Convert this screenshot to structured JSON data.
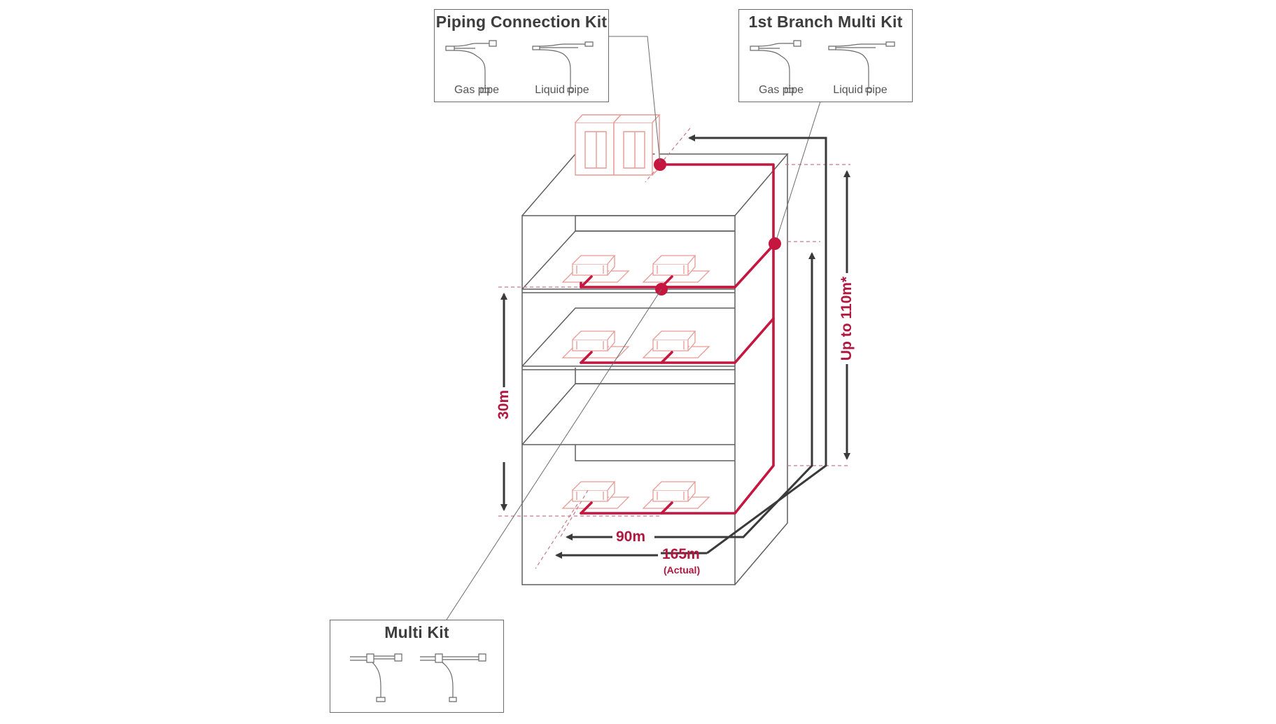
{
  "colors": {
    "accent": "#c4163f",
    "outline": "#5f5f5f",
    "unit_outline": "#e89a94",
    "arrow": "#3a3a3a"
  },
  "kits": {
    "piping_connection": {
      "title": "Piping Connection Kit",
      "gas_label": "Gas pipe",
      "liquid_label": "Liquid pipe"
    },
    "first_branch": {
      "title": "1st Branch Multi Kit",
      "gas_label": "Gas pipe",
      "liquid_label": "Liquid pipe"
    },
    "multi": {
      "title": "Multi Kit"
    }
  },
  "dimensions": {
    "height_indoor": "30m",
    "height_total": "Up to 110m*",
    "length_first": "90m",
    "length_total": "165m",
    "length_total_note": "(Actual)"
  },
  "icons": {
    "outdoor_unit": "outdoor-unit-icon",
    "indoor_unit": "ceiling-cassette-icon",
    "pipe_fitting": "y-branch-pipe-icon"
  }
}
